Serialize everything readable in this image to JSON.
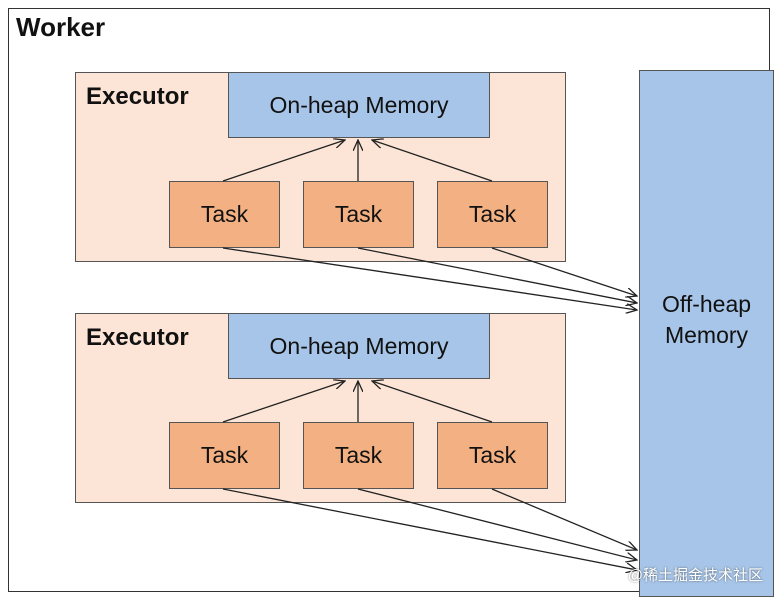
{
  "worker": {
    "title": "Worker"
  },
  "executors": [
    {
      "label": "Executor",
      "on_heap": "On-heap Memory",
      "tasks": [
        "Task",
        "Task",
        "Task"
      ]
    },
    {
      "label": "Executor",
      "on_heap": "On-heap Memory",
      "tasks": [
        "Task",
        "Task",
        "Task"
      ]
    }
  ],
  "off_heap": {
    "line1": "Off-heap",
    "line2": "Memory"
  },
  "watermark": "@稀土掘金技术社区",
  "colors": {
    "executor_fill": "#fce5d6",
    "memory_fill": "#a7c5e8",
    "task_fill": "#f3b183"
  }
}
